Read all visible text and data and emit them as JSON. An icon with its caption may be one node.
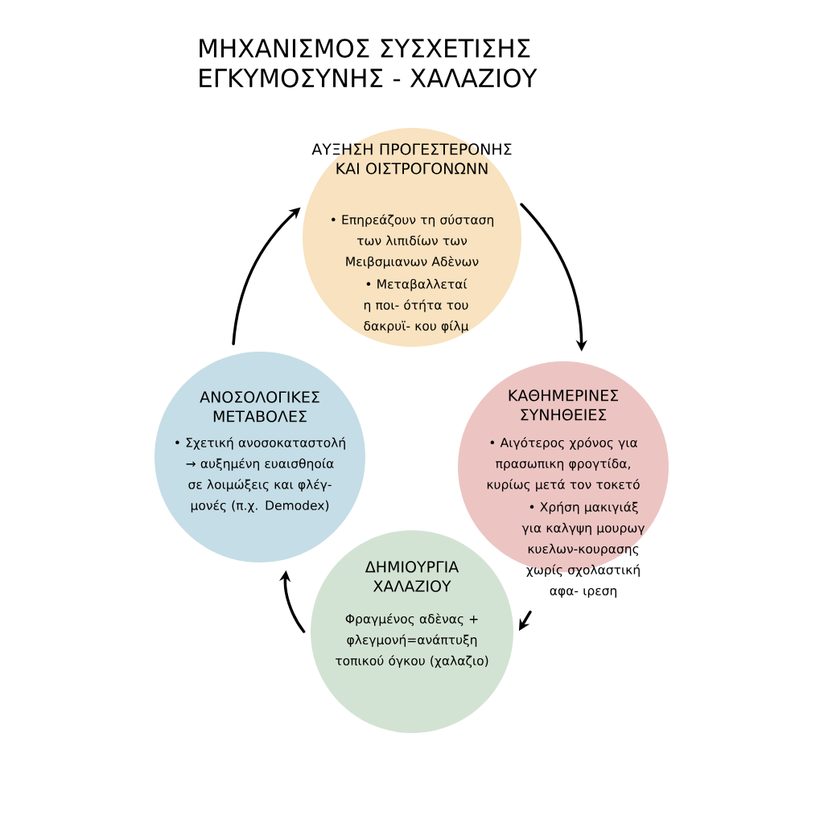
{
  "diagram": {
    "title": "ΜΗΧΑΝΙΣΜΟΣ ΣΥΣΧΕΤΙΣΗΣ ΕΓΚΥΜΟΣΥΝΗΣ - ΧΑΛΑΖΙΟΥ",
    "nodes": [
      {
        "text": [
          "ΑΥΞΗΣΗ ΠΡΟΓΕΣΤΕΡΟΝΗΣ ΚΑΙ ΟΙΣΤΡΟΓΟΝΩΝΝ",
          "• Επηρεάζουν τη σύσταση των λιπιδίων των Μειβσμιανων Αδὲνων",
          "• Μεταβαλλεταί η ποι- ότήτα του δακρυϊ- κου φίλμ"
        ]
      },
      {
        "text": [
          "ΑΝΟΣΟΛΟΓΙΚΕΣ ΜΕΤΑΒΟΛΕΣ",
          "• Σχετική ανοσοκαταστολή → αυξημένη ευαισθηοία σε λοιμώξεις και φλέγ- μονές (π.χ. Demodex)"
        ]
      },
      {
        "text": [
          "ΚΑΘΗΜΕΡΙΝΕΣ ΣΥΝΗΘΕΙΕΣ",
          "• Αιγότερος χρόνος για πρασωπικη φρογτίδα, κυρίως μετά τον τοκετό",
          "• Χρήση μακιγιάξ για καλγψη μουρωγ κυελων-κουρασης χωρίς σχολαστική αφα- ιρεση"
        ]
      },
      {
        "text": [
          "ΔΗΜΙΟΥΡΓΙΑ ΧΑΛΑΖΙΟΥ",
          "Φραγμένος αδὲνας + φλεγμονή=ανάπτυξη τοπικού όγκου (χαλαζιο)"
        ]
      }
    ],
    "edges": [
      {
        "from": 0,
        "to": 2,
        "arrow": "to"
      },
      {
        "from": 2,
        "to": 3,
        "arrow": "to"
      },
      {
        "from": 3,
        "to": 1,
        "arrow": "to"
      },
      {
        "from": 1,
        "to": 0,
        "arrow": "to"
      }
    ]
  }
}
